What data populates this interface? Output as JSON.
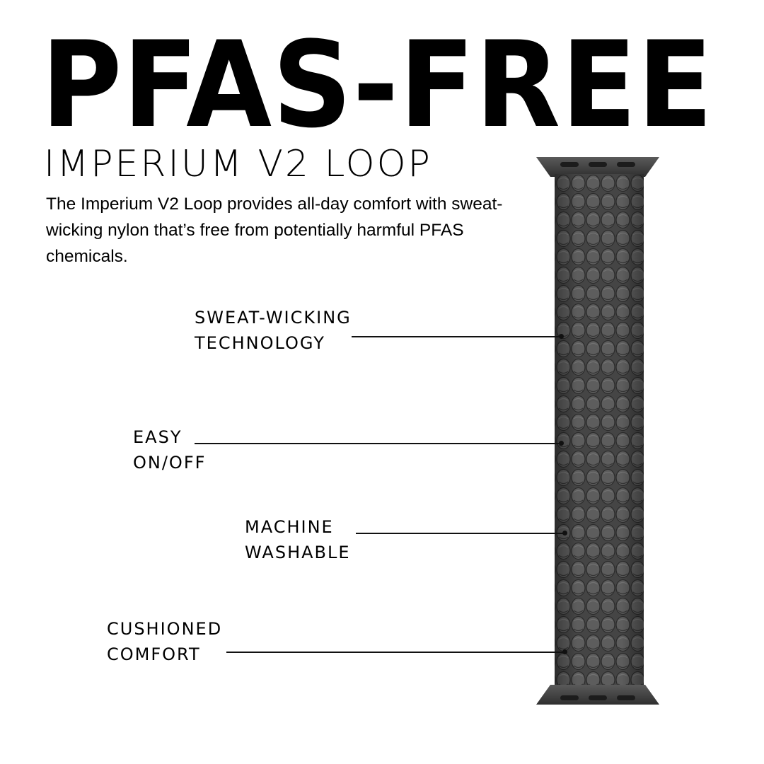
{
  "headline": "PFAS-FREE",
  "subtitle": "IMPERIUM V2 LOOP",
  "description": "The Imperium V2 Loop provides all-day comfort with sweat-wicking nylon that’s free from potentially harmful PFAS chemicals.",
  "features": [
    {
      "line1": "SWEAT-WICKING",
      "line2": "TECHNOLOGY"
    },
    {
      "line1": "EASY",
      "line2": "ON/OFF"
    },
    {
      "line1": "MACHINE",
      "line2": "WASHABLE"
    },
    {
      "line1": "CUSHIONED",
      "line2": "COMFORT"
    }
  ],
  "product_image": {
    "name": "braided-watch-band-image",
    "color": "#4a4a4a",
    "shadow": "#2e2e2e",
    "highlight": "#6a6a6a"
  }
}
